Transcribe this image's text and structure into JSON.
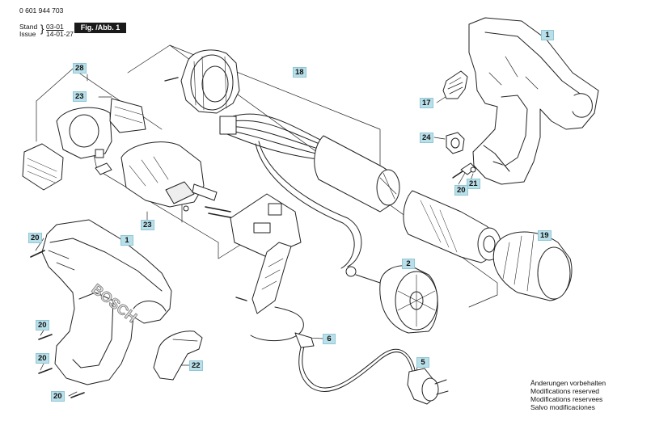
{
  "header": {
    "part_number": "0 601 944 703",
    "stand_label": "Stand",
    "issue_label": "Issue",
    "date_revised": "03-01",
    "date_issue": "14-01-27",
    "figure_label": "Fig. /Abb. 1"
  },
  "housing_brand": "BOSCH",
  "callouts": [
    {
      "id": "c1a",
      "label": "1"
    },
    {
      "id": "c18",
      "label": "18"
    },
    {
      "id": "c28",
      "label": "28"
    },
    {
      "id": "c23a",
      "label": "23"
    },
    {
      "id": "c17",
      "label": "17"
    },
    {
      "id": "c24",
      "label": "24"
    },
    {
      "id": "c21",
      "label": "21"
    },
    {
      "id": "c20a",
      "label": "20"
    },
    {
      "id": "c23b",
      "label": "23"
    },
    {
      "id": "c19",
      "label": "19"
    },
    {
      "id": "c20b",
      "label": "20"
    },
    {
      "id": "c1b",
      "label": "1"
    },
    {
      "id": "c2",
      "label": "2"
    },
    {
      "id": "c20c",
      "label": "20"
    },
    {
      "id": "c6",
      "label": "6"
    },
    {
      "id": "c20d",
      "label": "20"
    },
    {
      "id": "c22",
      "label": "22"
    },
    {
      "id": "c5",
      "label": "5"
    },
    {
      "id": "c20e",
      "label": "20"
    }
  ],
  "notes": [
    "Änderungen vorbehalten",
    "Modifications reserved",
    "Modifications reservees",
    "Salvo modificaciones"
  ]
}
